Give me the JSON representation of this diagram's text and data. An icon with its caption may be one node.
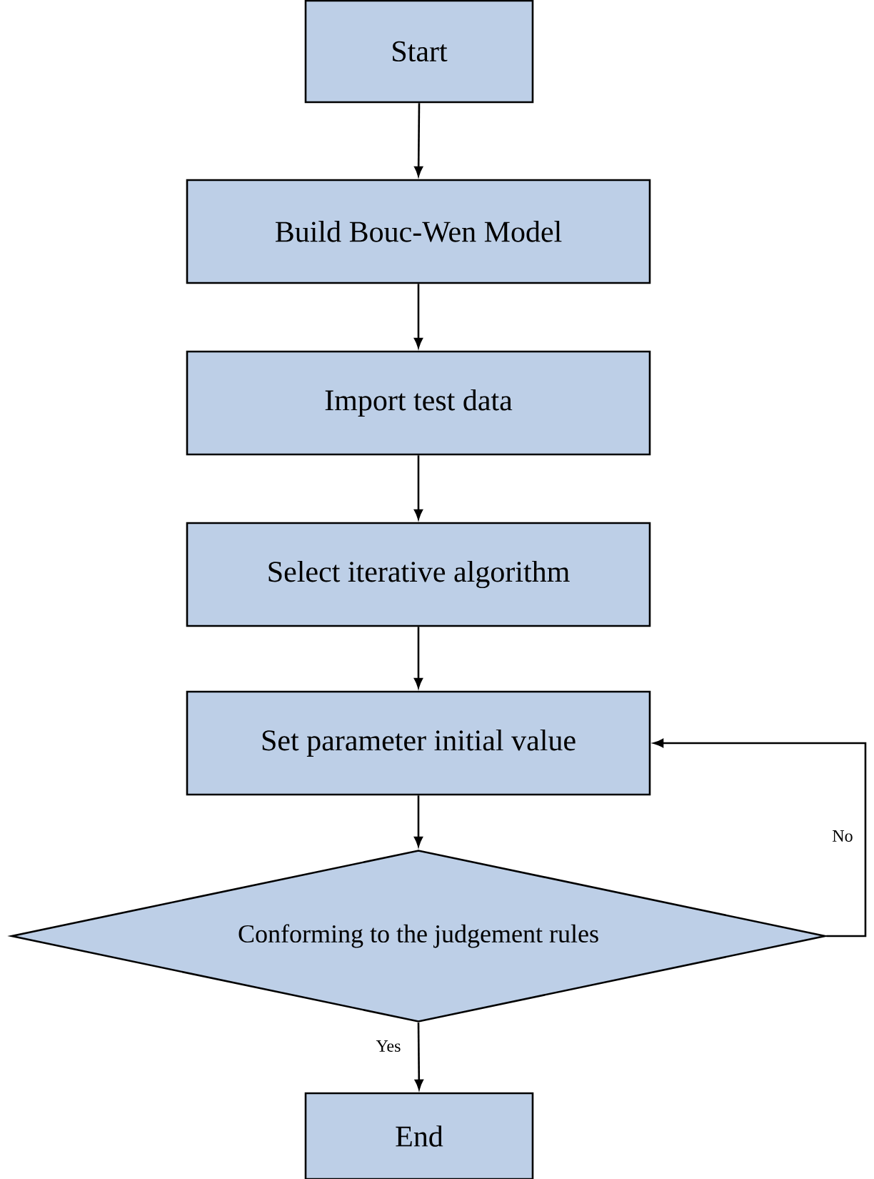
{
  "diagram": {
    "nodes": [
      {
        "text": [
          "Start"
        ]
      },
      {
        "text": [
          "Build Bouc-Wen Model"
        ]
      },
      {
        "text": [
          "Import test data"
        ]
      },
      {
        "text": [
          "Select iterative algorithm"
        ]
      },
      {
        "text": [
          "Set parameter initial value"
        ]
      },
      {
        "text": [
          "Conforming to the judgement rules"
        ]
      },
      {
        "text": [
          "End"
        ]
      }
    ],
    "edges": [
      {
        "from": 0,
        "to": 1,
        "arrow": "to"
      },
      {
        "from": 1,
        "to": 2,
        "arrow": "to"
      },
      {
        "from": 2,
        "to": 3,
        "arrow": "to"
      },
      {
        "from": 3,
        "to": 4,
        "arrow": "to"
      },
      {
        "from": 4,
        "to": 5,
        "arrow": "to"
      },
      {
        "from": 5,
        "to": 4,
        "arrow": "to",
        "label": "No"
      },
      {
        "from": 5,
        "to": 6,
        "arrow": "to",
        "label": "Yes"
      }
    ]
  }
}
